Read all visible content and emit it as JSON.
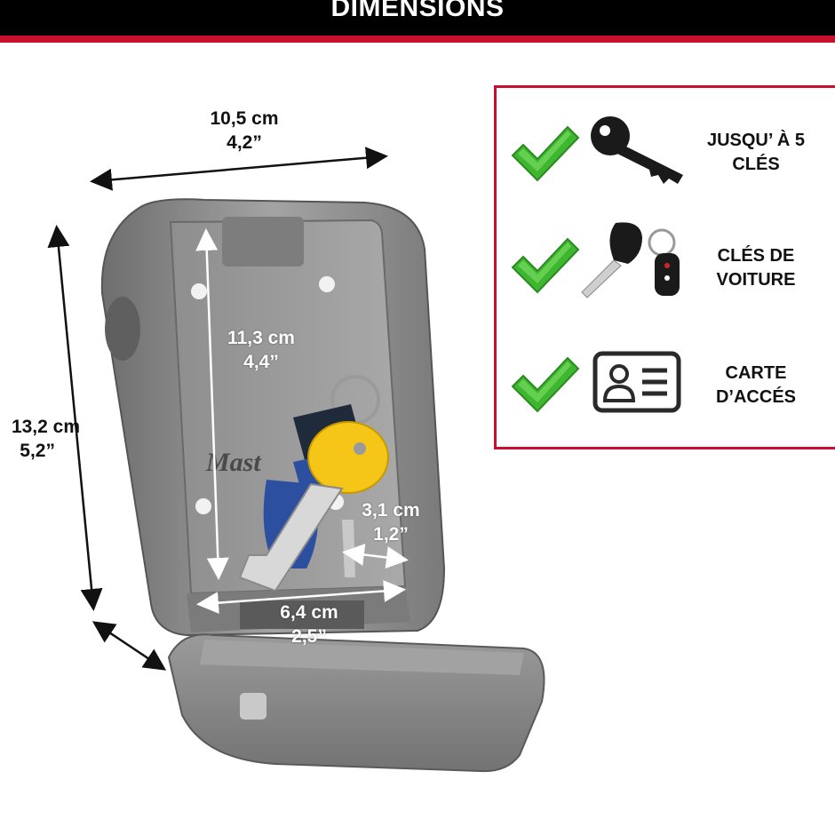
{
  "header": {
    "title": "DIMENSIONS"
  },
  "brand": {
    "logo_text": "Mast"
  },
  "dimensions": {
    "width": {
      "metric": "10,5 cm",
      "imperial": "4,2”"
    },
    "height": {
      "metric": "13,2 cm",
      "imperial": "5,2”"
    },
    "interior_height": {
      "metric": "11,3 cm",
      "imperial": "4,4”"
    },
    "interior_depth": {
      "metric": "3,1 cm",
      "imperial": "1,2”"
    },
    "interior_width": {
      "metric": "6,4 cm",
      "imperial": "2,5”"
    }
  },
  "features": [
    {
      "icon": "house-key-icon",
      "label": "JUSQU’ À 5 CLÉS"
    },
    {
      "icon": "car-key-icon",
      "label": "CLÉS DE VOITURE"
    },
    {
      "icon": "id-card-icon",
      "label": "CARTE D’ACCÉS"
    }
  ],
  "colors": {
    "header_bg": "#000000",
    "accent_red": "#c8102e",
    "check_green": "#3fb62f",
    "box_grey": "#8a8a8a",
    "key_yellow": "#f5c518",
    "key_blue": "#2c4fa0"
  }
}
